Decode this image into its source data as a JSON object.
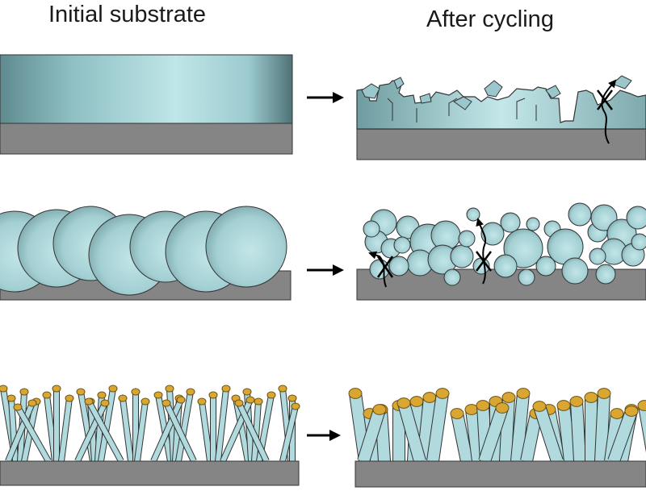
{
  "headings": {
    "initial": "Initial substrate",
    "after": "After cycling"
  },
  "rows": [
    {
      "id": "film",
      "structure": "dense film",
      "after": "cracked and pulverized film"
    },
    {
      "id": "particles",
      "structure": "packed spheres",
      "after": "fractured smaller particles"
    },
    {
      "id": "nanowires",
      "structure": "nanowire array",
      "after": "expanded nanowires"
    }
  ],
  "colors": {
    "substrate": "#858585",
    "substrate_edge": "#333333",
    "active_light": "#b6e2e4",
    "active_mid": "#8fbfc3",
    "active_dark": "#5d8a8e",
    "tip": "#d9a632",
    "tip_edge": "#6b5214",
    "arrow": "#000000"
  },
  "icons": [
    "right-arrow-icon",
    "crack-x-mark-icon",
    "electron-path-icon"
  ]
}
